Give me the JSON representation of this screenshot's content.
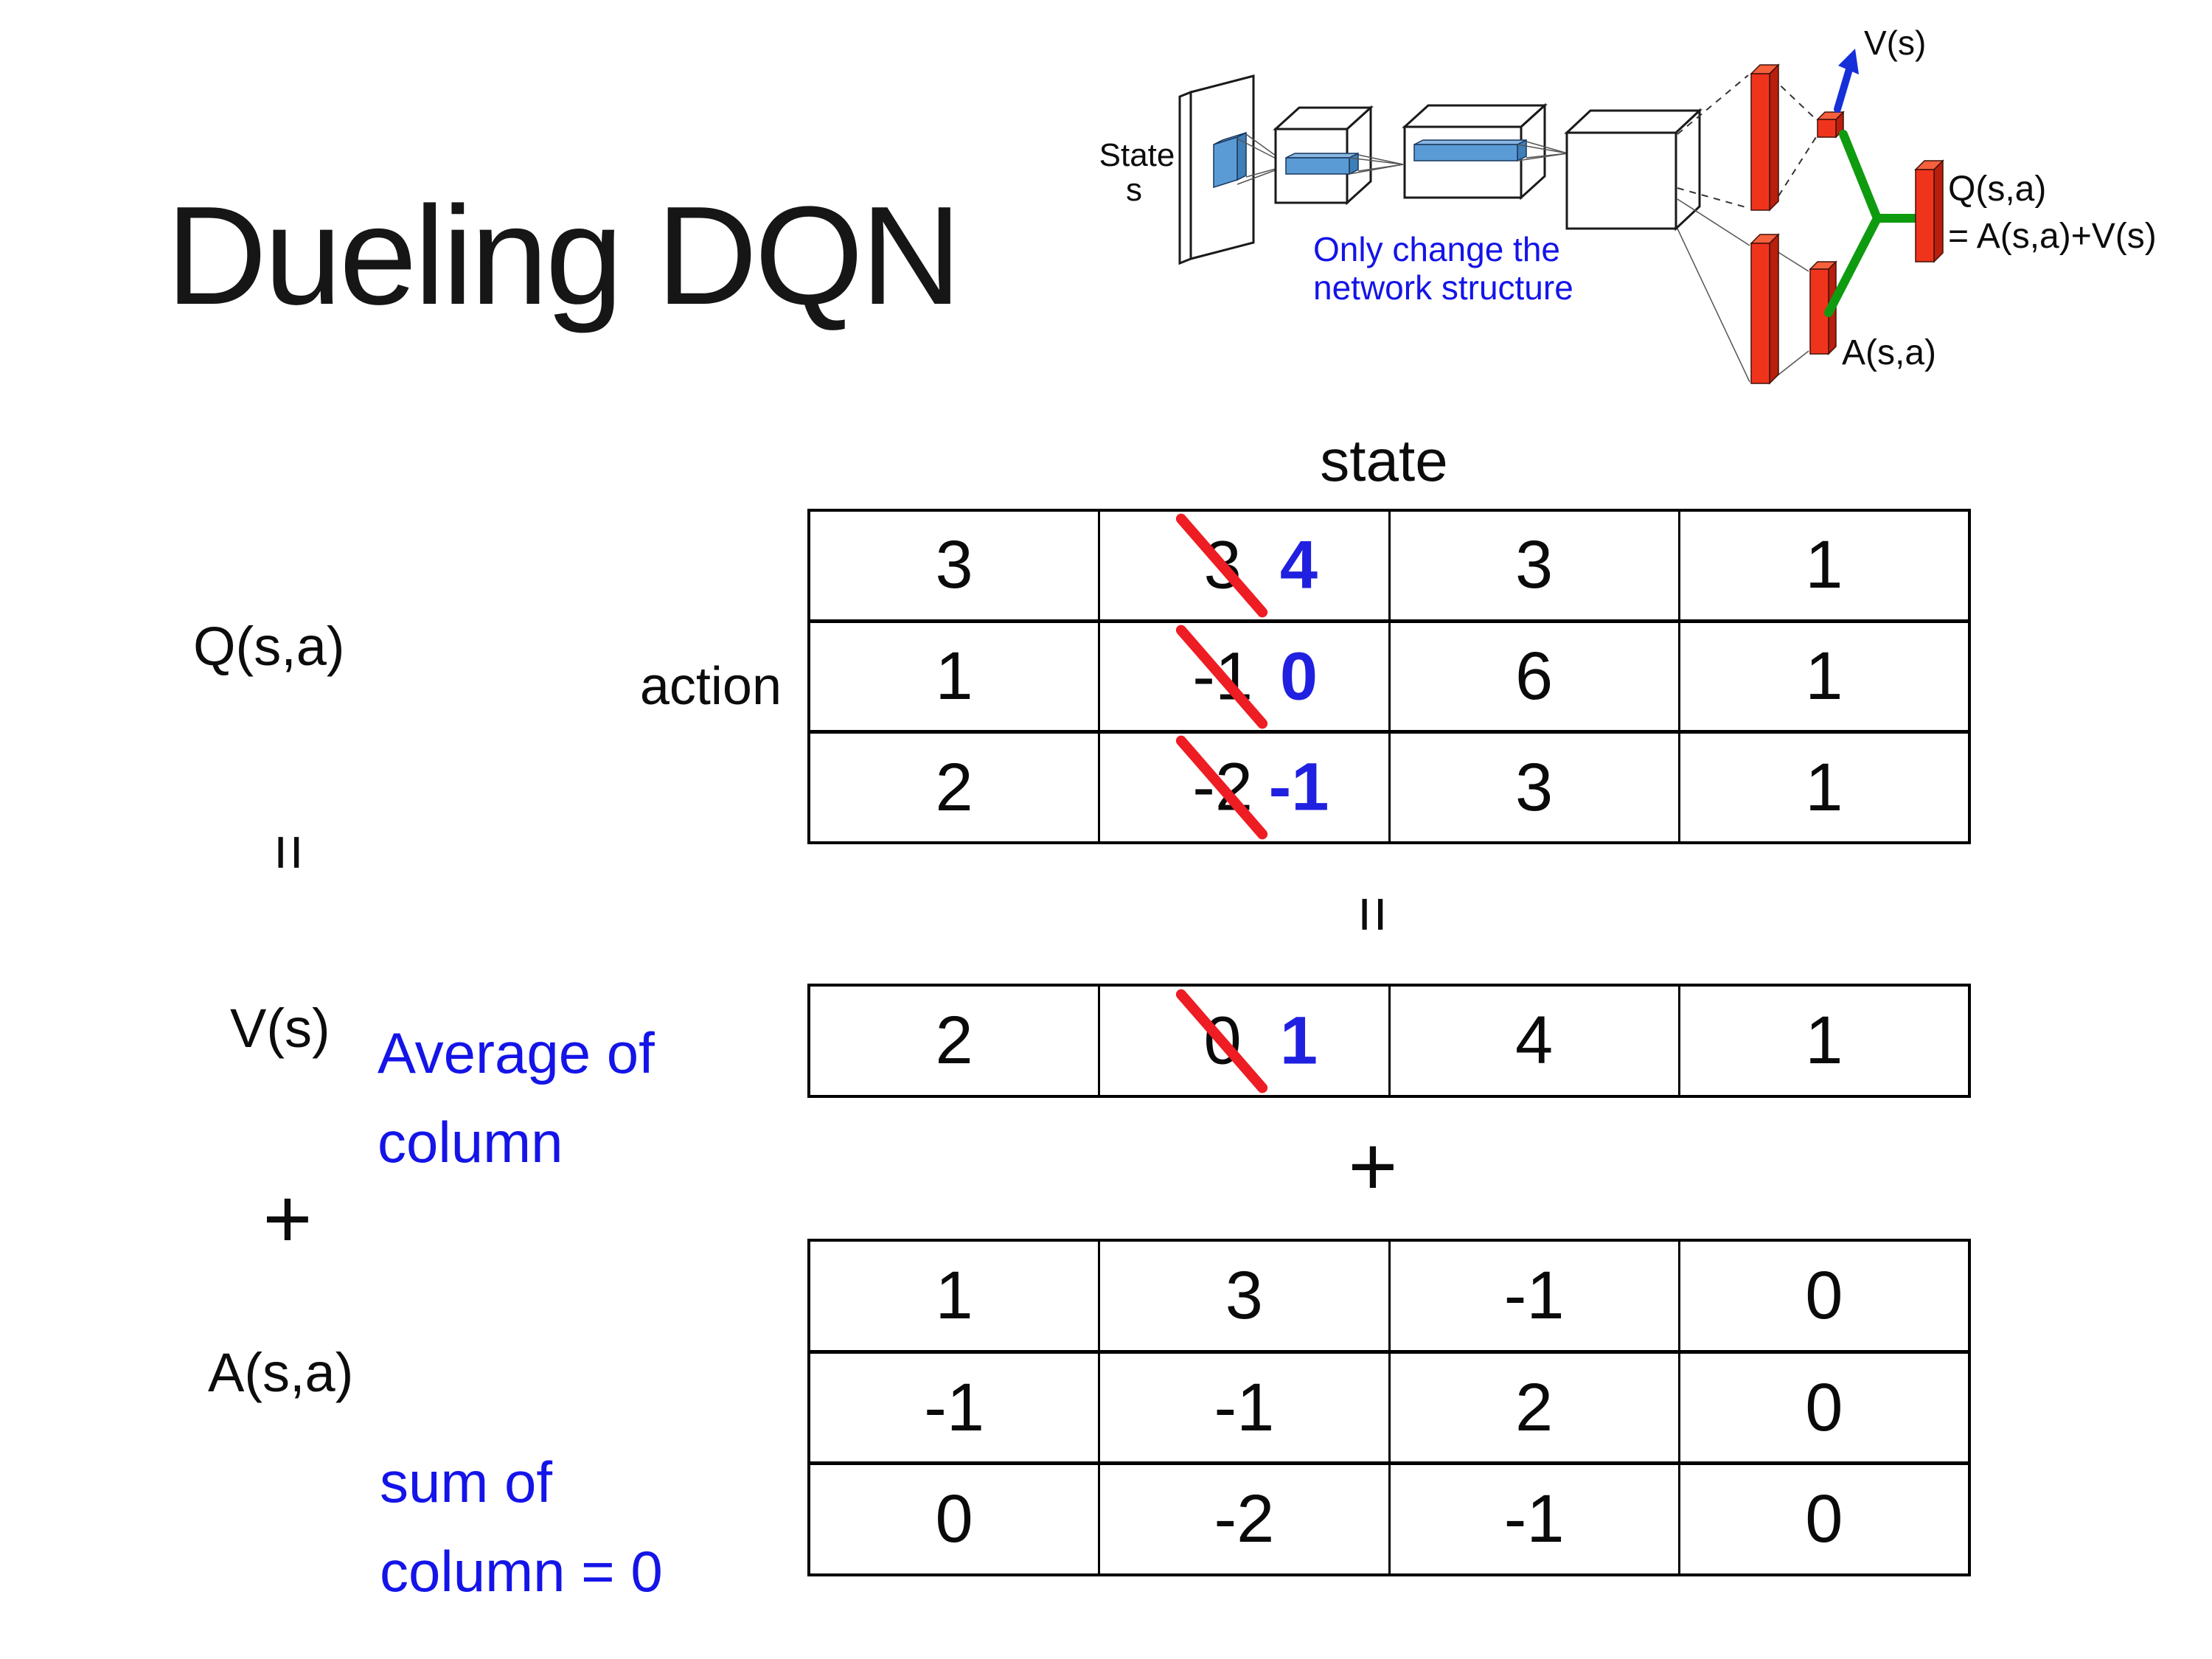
{
  "slide": {
    "title": "Dueling DQN"
  },
  "labels": {
    "q": "Q(s,a)",
    "action": "action",
    "state": "state",
    "v": "V(s)",
    "a": "A(s,a)",
    "equals": "=",
    "plus": "+"
  },
  "notes": {
    "v_line1": "Average of",
    "v_line2": "column",
    "a_line1": "sum of",
    "a_line2": "column = 0"
  },
  "tables": {
    "q": {
      "rows": [
        [
          "3",
          "3",
          "3",
          "1"
        ],
        [
          "1",
          "-1",
          "6",
          "1"
        ],
        [
          "2",
          "-2",
          "3",
          "1"
        ]
      ],
      "crossed_col": 1,
      "replacements": [
        "4",
        "0",
        "-1"
      ]
    },
    "v": {
      "rows": [
        [
          "2",
          "0",
          "4",
          "1"
        ]
      ],
      "crossed_col": 1,
      "replacements": [
        "1"
      ]
    },
    "a": {
      "rows": [
        [
          "1",
          "3",
          "-1",
          "0"
        ],
        [
          "-1",
          "-1",
          "2",
          "0"
        ],
        [
          "0",
          "-2",
          "-1",
          "0"
        ]
      ],
      "crossed_col": -1,
      "replacements": []
    }
  },
  "diagram": {
    "state_line1": "State",
    "state_line2": "s",
    "note_line1": "Only change the",
    "note_line2": "network structure",
    "v_label": "V(s)",
    "a_label": "A(s,a)",
    "q_label": "Q(s,a)",
    "q_formula": "= A(s,a)+V(s)"
  },
  "colors": {
    "annotation_blue": "#1414e8",
    "number_blue": "#2020e0",
    "strike_red": "#ee1c23",
    "bar_red": "#f0341c",
    "bar_red_top": "#f6603c",
    "bar_red_side": "#b81f0c",
    "green": "#0f9b0f",
    "arrow_blue": "#1530d8",
    "filter_blue": "#5b9bd5",
    "filter_blue_top": "#8ab6e2",
    "filter_blue_side": "#3f7fb8"
  }
}
